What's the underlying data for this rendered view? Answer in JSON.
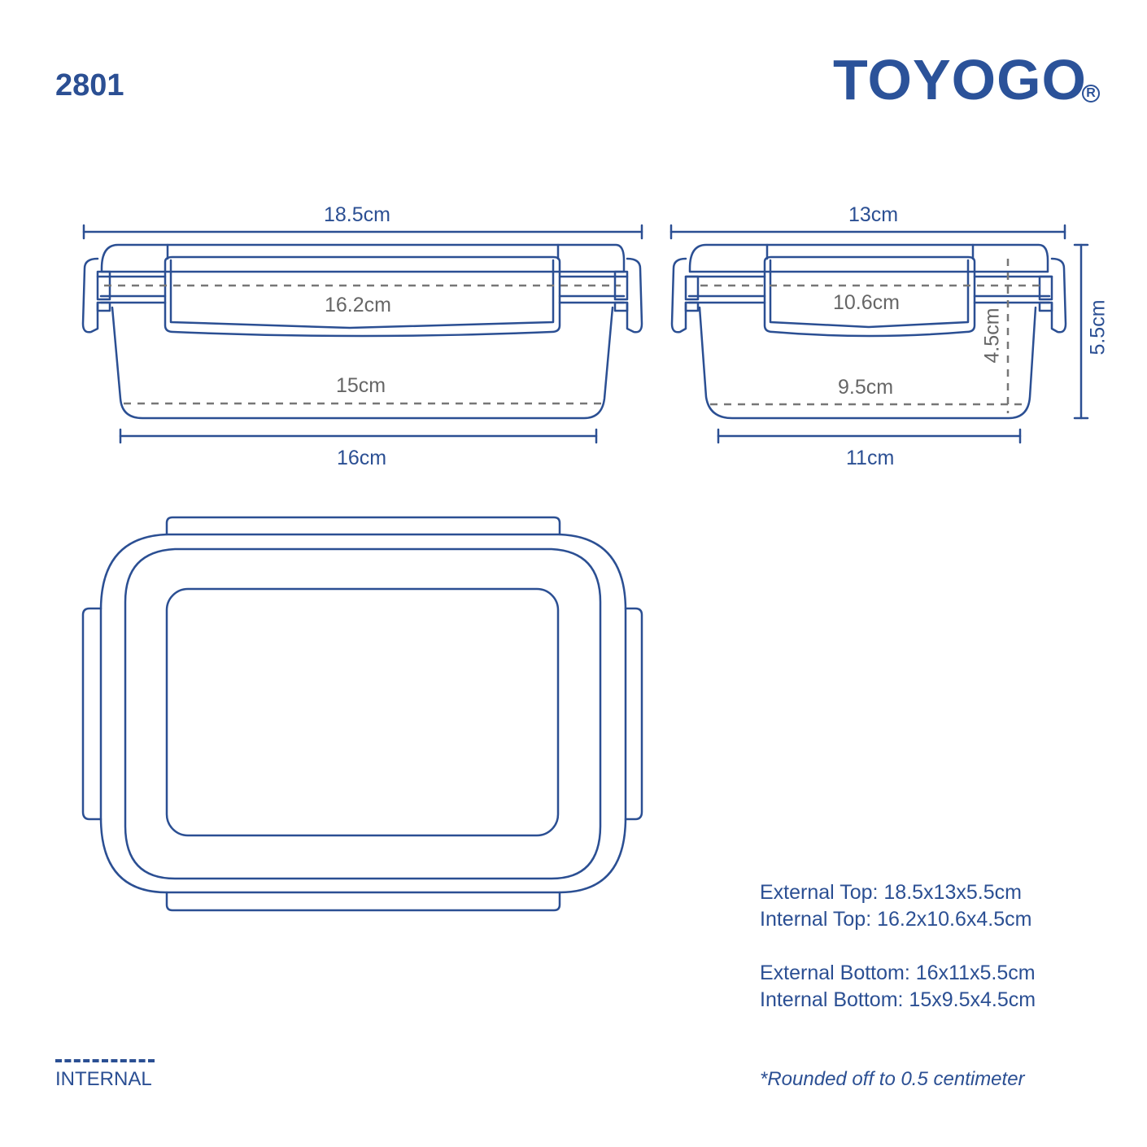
{
  "header": {
    "model_number": "2801",
    "brand": "TOYOGO",
    "registered_mark": "R"
  },
  "colors": {
    "primary_blue": "#2b4f93",
    "internal_gray": "#666666",
    "background": "#ffffff"
  },
  "side_view_long": {
    "external_top_width": "18.5cm",
    "internal_top_width": "16.2cm",
    "internal_bottom_width": "15cm",
    "external_bottom_width": "16cm"
  },
  "side_view_short": {
    "external_top_width": "13cm",
    "internal_top_width": "10.6cm",
    "internal_bottom_width": "9.5cm",
    "external_bottom_width": "11cm",
    "internal_height": "4.5cm",
    "external_height": "5.5cm"
  },
  "specs": [
    {
      "label": "External Top: 18.5x13x5.5cm"
    },
    {
      "label": "Internal Top: 16.2x10.6x4.5cm"
    },
    {
      "label": "External Bottom: 16x11x5.5cm"
    },
    {
      "label": "Internal Bottom: 15x9.5x4.5cm"
    }
  ],
  "footnote": "*Rounded off to 0.5 centimeter",
  "legend": {
    "label": "INTERNAL",
    "icon": "dashed-line-icon"
  }
}
